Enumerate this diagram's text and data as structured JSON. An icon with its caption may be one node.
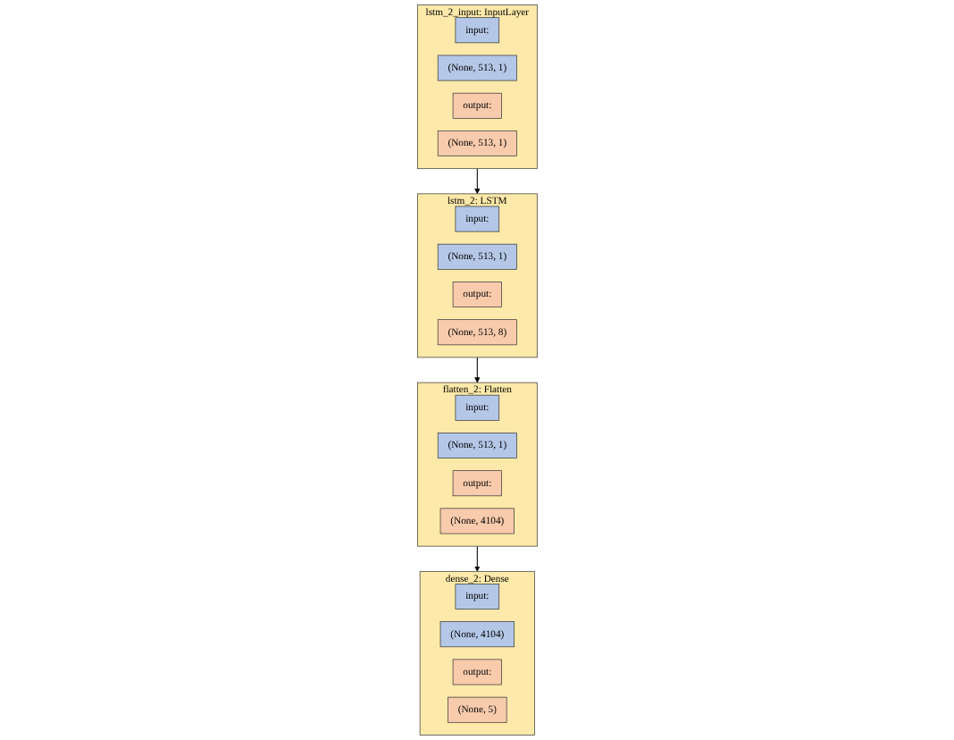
{
  "diagram": {
    "nodes": [
      {
        "text": [
          "lstm_2_input: InputLayer"
        ]
      },
      {
        "text": [
          "input:"
        ],
        "in": 0
      },
      {
        "text": [
          "(None, 513, 1)"
        ],
        "in": 0
      },
      {
        "text": [
          "output:"
        ],
        "in": 0
      },
      {
        "text": [
          "(None, 513, 1)"
        ],
        "in": 0
      },
      {
        "text": [
          "lstm_2: LSTM"
        ]
      },
      {
        "text": [
          "input:"
        ],
        "in": 5
      },
      {
        "text": [
          "(None, 513, 1)"
        ],
        "in": 5
      },
      {
        "text": [
          "output:"
        ],
        "in": 5
      },
      {
        "text": [
          "(None, 513, 8)"
        ],
        "in": 5
      },
      {
        "text": [
          "flatten_2: Flatten"
        ]
      },
      {
        "text": [
          "input:"
        ],
        "in": 10
      },
      {
        "text": [
          "(None, 513, 1)"
        ],
        "in": 10
      },
      {
        "text": [
          "output:"
        ],
        "in": 10
      },
      {
        "text": [
          "(None, 4104)"
        ],
        "in": 10
      },
      {
        "text": [
          "dense_2: Dense"
        ]
      },
      {
        "text": [
          "input:"
        ],
        "in": 15
      },
      {
        "text": [
          "(None, 4104)"
        ],
        "in": 15
      },
      {
        "text": [
          "output:"
        ],
        "in": 15
      },
      {
        "text": [
          "(None, 5)"
        ],
        "in": 15
      }
    ],
    "edges": [
      {
        "from": 0,
        "to": 5,
        "arrow": "to"
      },
      {
        "from": 5,
        "to": 10,
        "arrow": "to"
      },
      {
        "from": 10,
        "to": 15,
        "arrow": "to"
      }
    ]
  }
}
